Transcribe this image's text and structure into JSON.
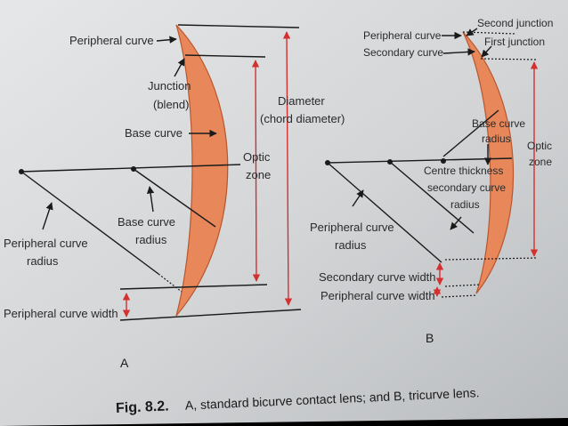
{
  "diagram_a": {
    "peripheral_curve": "Peripheral curve",
    "junction_line1": "Junction",
    "junction_line2": "(blend)",
    "base_curve": "Base curve",
    "diameter_line1": "Diameter",
    "diameter_line2": "(chord diameter)",
    "optic_zone_line1": "Optic",
    "optic_zone_line2": "zone",
    "base_curve_radius_line1": "Base curve",
    "base_curve_radius_line2": "radius",
    "peripheral_curve_radius_line1": "Peripheral curve",
    "peripheral_curve_radius_line2": "radius",
    "peripheral_curve_width": "Peripheral curve width",
    "panel_label": "A"
  },
  "diagram_b": {
    "second_junction": "Second junction",
    "first_junction": "First junction",
    "peripheral_curve": "Peripheral curve",
    "secondary_curve": "Secondary curve",
    "base_curve_radius_line1": "Base curve",
    "base_curve_radius_line2": "radius",
    "optic_zone_line1": "Optic",
    "optic_zone_line2": "zone",
    "centre_thickness": "Centre thickness",
    "secondary_curve_radius_line1": "secondary curve",
    "secondary_curve_radius_line2": "radius",
    "peripheral_curve_radius_line1": "Peripheral curve",
    "peripheral_curve_radius_line2": "radius",
    "secondary_curve_width": "Secondary curve width",
    "peripheral_curve_width": "Peripheral curve width",
    "panel_label": "B"
  },
  "caption": {
    "fig_number": "Fig. 8.2.",
    "text": "A, standard bicurve contact lens; and B, tricurve lens."
  },
  "colors": {
    "lens_fill": "#e8885a",
    "lens_stroke": "#b8562e",
    "page_background": "#d4d6d8",
    "dimension_arrow": "#d43030"
  }
}
